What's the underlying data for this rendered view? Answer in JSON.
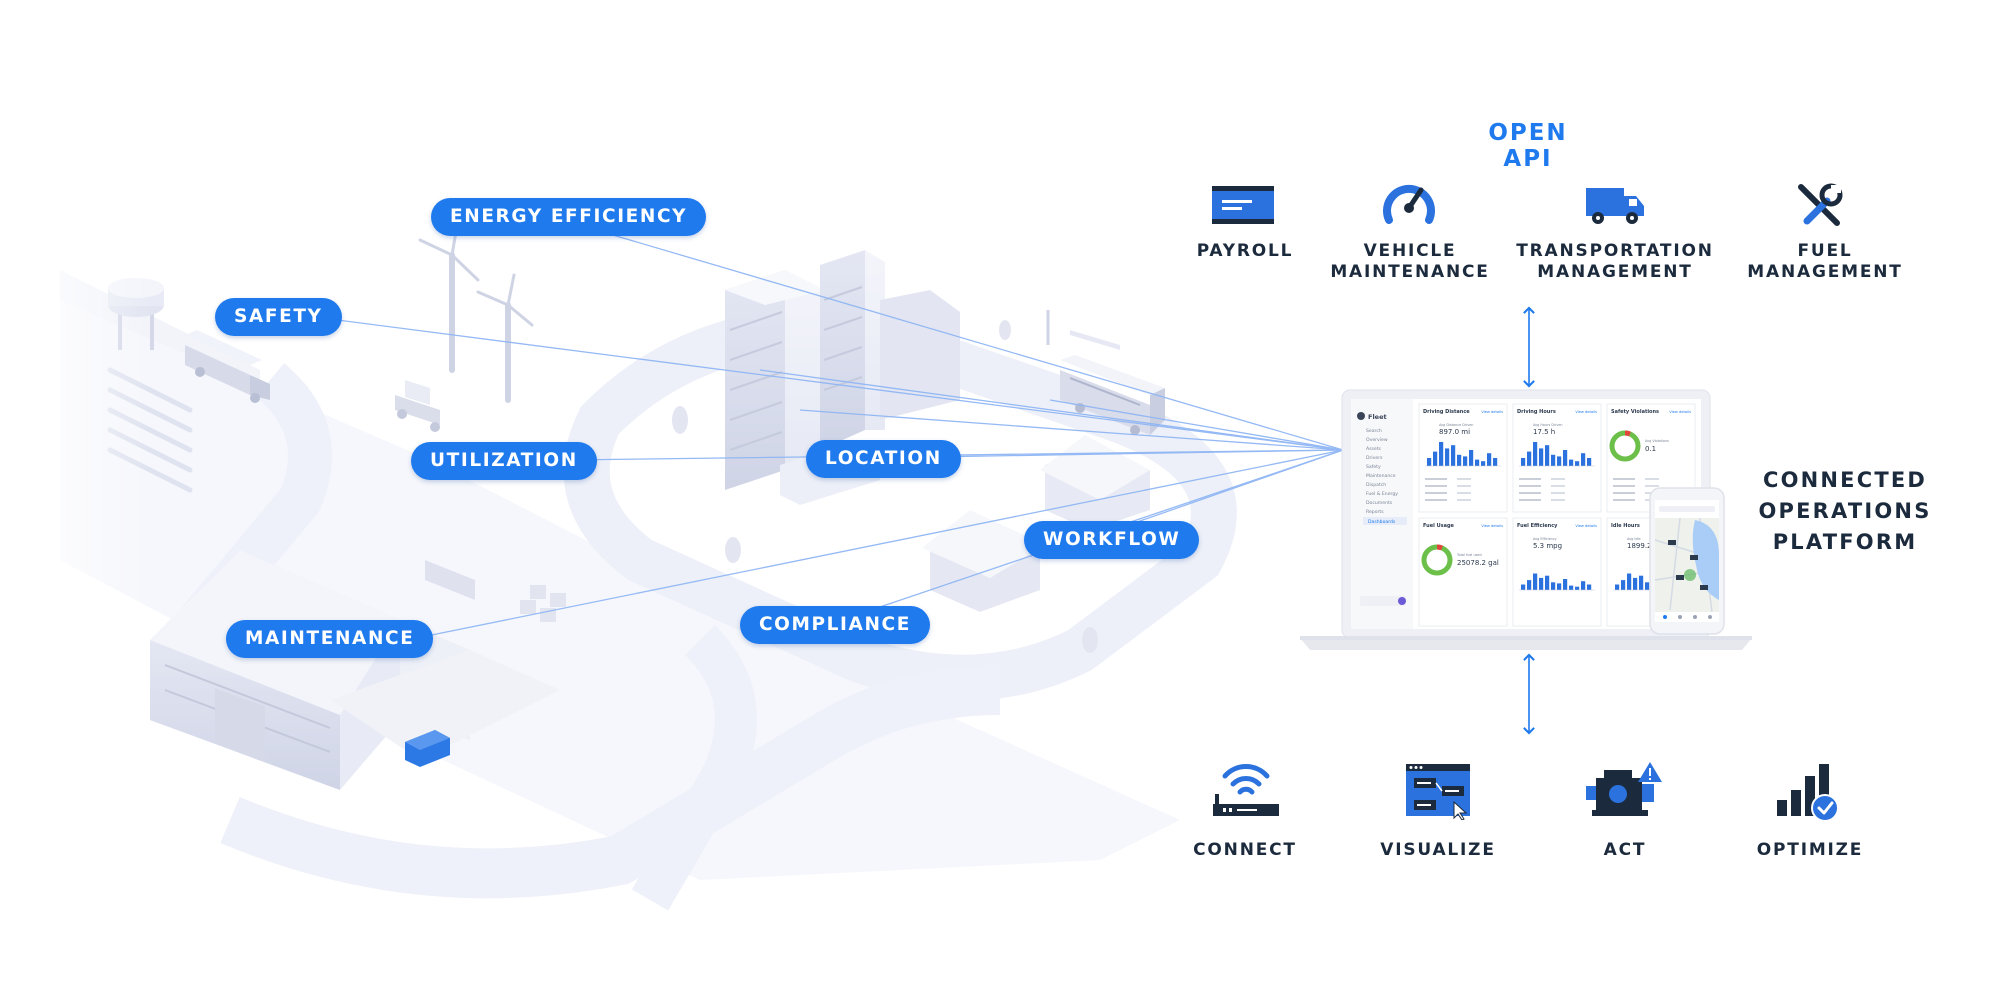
{
  "diagram": {
    "feature_labels": {
      "energy_efficiency": "ENERGY EFFICIENCY",
      "safety": "SAFETY",
      "utilization": "UTILIZATION",
      "location": "LOCATION",
      "workflow": "WORKFLOW",
      "maintenance": "MAINTENANCE",
      "compliance": "COMPLIANCE"
    },
    "open_api": {
      "title": "OPEN API",
      "items": [
        {
          "label": "PAYROLL",
          "icon": "payroll-card-icon"
        },
        {
          "label": "VEHICLE\nMAINTENANCE",
          "icon": "speedometer-icon"
        },
        {
          "label": "TRANSPORTATION\nMANAGEMENT",
          "icon": "truck-icon"
        },
        {
          "label": "FUEL\nMANAGEMENT",
          "icon": "wrench-screwdriver-icon"
        }
      ]
    },
    "platform_title": "CONNECTED\nOPERATIONS\nPLATFORM",
    "stages": [
      {
        "label": "CONNECT",
        "icon": "wifi-router-icon"
      },
      {
        "label": "VISUALIZE",
        "icon": "dashboard-window-icon"
      },
      {
        "label": "ACT",
        "icon": "engine-alert-icon"
      },
      {
        "label": "OPTIMIZE",
        "icon": "bar-chart-check-icon"
      }
    ],
    "colors": {
      "accent": "#1f7aee",
      "dark": "#1b2a3c",
      "connector": "#8fb6f4"
    }
  },
  "dashboard": {
    "logo": "Fleet",
    "nav": [
      "Search",
      "Overview",
      "Assets",
      "Drivers",
      "Safety",
      "Maintenance",
      "Dispatch",
      "Fuel & Energy",
      "Documents",
      "Reports",
      "Dashboards"
    ],
    "cards": [
      {
        "title": "Driving Distance",
        "stat_label": "Avg Distance Driven",
        "value": "897.0 mi"
      },
      {
        "title": "Driving Hours",
        "stat_label": "Avg Hours Driven",
        "value": "17.5 h"
      },
      {
        "title": "Safety Violations",
        "stat_label": "Avg Violations",
        "value": "0.1"
      },
      {
        "title": "Fuel Usage",
        "stat_label": "Total fuel used",
        "value": "25078.2 gal"
      },
      {
        "title": "Fuel Efficiency",
        "stat_label": "Avg Efficiency",
        "value": "5.3 mpg"
      },
      {
        "title": "Idle Hours",
        "stat_label": "Avg Idle",
        "value": "1899.2 h"
      }
    ],
    "view_details": "View details"
  }
}
